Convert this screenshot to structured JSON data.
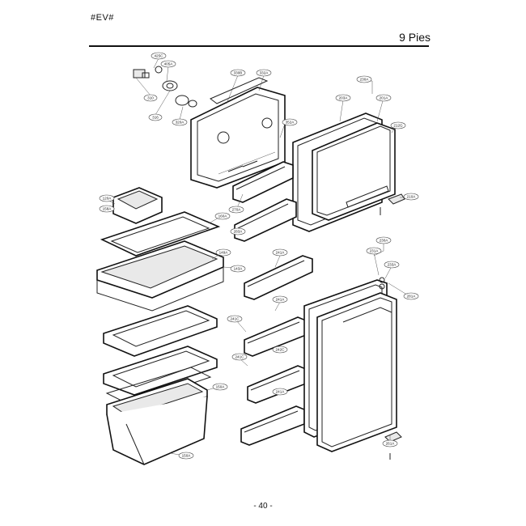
{
  "header": {
    "code": "#EV#",
    "heading": "9 Pies"
  },
  "footer": {
    "page_number": "- 40 -"
  },
  "labels": {
    "l425c": "425C",
    "l405a": "405A",
    "l310": "310",
    "l316": "316",
    "l320a": "320A",
    "l330b": "330B",
    "l332a": "332A",
    "l352a": "352A",
    "l230a_top": "230A",
    "l203a": "203A",
    "l201a": "201A",
    "l212g": "212G",
    "l210a": "210A",
    "l270a": "270A",
    "l283a": "283A",
    "l120a": "120A",
    "l158a": "158A",
    "l160a": "160A",
    "l149a": "149A",
    "l143a": "143A",
    "l150a": "150A",
    "l241a": "241A",
    "l241a_mid": "241A",
    "l241c": "241C",
    "l242c": "242C",
    "l241c_low": "241C",
    "l230a_low": "230A",
    "l231a": "231A",
    "l233a": "233A",
    "l281a": "281A",
    "l261a": "261A"
  }
}
